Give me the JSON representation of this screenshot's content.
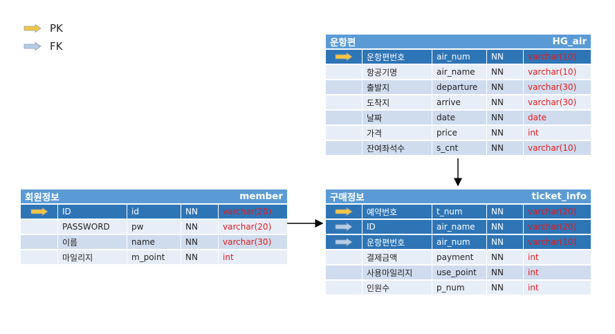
{
  "legend": {
    "pk_label": "PK",
    "fk_label": "FK",
    "pk_color": "#f5c542",
    "fk_color": "#b4cde8"
  },
  "tables": [
    {
      "id": "flight",
      "title": "운항편",
      "name": "HG_air",
      "rows": [
        {
          "label": "운항편번호",
          "field": "air_num",
          "null": "NN",
          "type": "varchar(10)",
          "key": "PK",
          "selected": true
        },
        {
          "label": "항공기명",
          "field": "air_name",
          "null": "NN",
          "type": "varchar(10)",
          "key": "",
          "selected": false
        },
        {
          "label": "출발지",
          "field": "departure",
          "null": "NN",
          "type": "varchar(30)",
          "key": "",
          "selected": false
        },
        {
          "label": "도착지",
          "field": "arrive",
          "null": "NN",
          "type": "varchar(30)",
          "key": "",
          "selected": false
        },
        {
          "label": "날짜",
          "field": "date",
          "null": "NN",
          "type": "date",
          "key": "",
          "selected": false
        },
        {
          "label": "가격",
          "field": "price",
          "null": "NN",
          "type": "int",
          "key": "",
          "selected": false
        },
        {
          "label": "잔여좌석수",
          "field": "s_cnt",
          "null": "NN",
          "type": "varchar(10)",
          "key": "",
          "selected": false
        }
      ]
    },
    {
      "id": "member",
      "title": "회원정보",
      "name": "member",
      "rows": [
        {
          "label": "ID",
          "field": "id",
          "null": "NN",
          "type": "varchar(20)",
          "key": "PK",
          "selected": true
        },
        {
          "label": "PASSWORD",
          "field": "pw",
          "null": "NN",
          "type": "varchar(20)",
          "key": "",
          "selected": false
        },
        {
          "label": "이름",
          "field": "name",
          "null": "NN",
          "type": "varchar(30)",
          "key": "",
          "selected": false
        },
        {
          "label": "마일리지",
          "field": "m_point",
          "null": "NN",
          "type": "int",
          "key": "",
          "selected": false
        }
      ]
    },
    {
      "id": "ticket",
      "title": "구매정보",
      "name": "ticket_info",
      "rows": [
        {
          "label": "예약번호",
          "field": "t_num",
          "null": "NN",
          "type": "varchar(20)",
          "key": "PK",
          "selected": true
        },
        {
          "label": "ID",
          "field": "air_name",
          "null": "NN",
          "type": "varchar(20)",
          "key": "FK",
          "selected": true
        },
        {
          "label": "운항편번호",
          "field": "air_num",
          "null": "NN",
          "type": "varchar(10)",
          "key": "FK",
          "selected": true
        },
        {
          "label": "결제금액",
          "field": "payment",
          "null": "NN",
          "type": "int",
          "key": "",
          "selected": false
        },
        {
          "label": "사용마일리지",
          "field": "use_point",
          "null": "NN",
          "type": "int",
          "key": "",
          "selected": false
        },
        {
          "label": "인원수",
          "field": "p_num",
          "null": "NN",
          "type": "int",
          "key": "",
          "selected": false
        }
      ]
    }
  ]
}
